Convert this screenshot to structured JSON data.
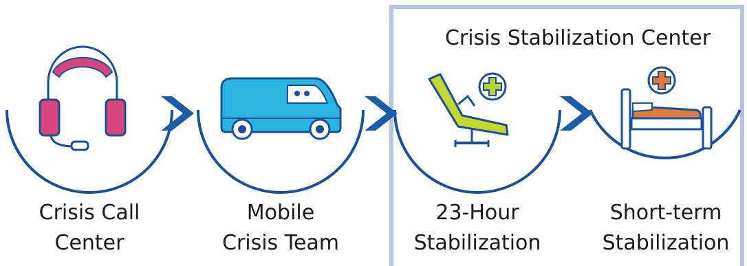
{
  "panel": {
    "title": "Crisis Stabilization Center"
  },
  "steps": [
    {
      "label_line1": "Crisis Call",
      "label_line2": "Center",
      "icon": "headset-icon"
    },
    {
      "label_line1": "Mobile",
      "label_line2": "Crisis Team",
      "icon": "van-icon"
    },
    {
      "label_line1": "23-Hour",
      "label_line2": "Stabilization",
      "icon": "recliner-chair-icon"
    },
    {
      "label_line1": "Short-term",
      "label_line2": "Stabilization",
      "icon": "bed-icon"
    }
  ],
  "colors": {
    "arc_blue": "#1a4f9c",
    "arrow_blue": "#1a5ea8",
    "panel_border": "#b4c6e4",
    "headset_pink": "#d6457d",
    "van_cyan": "#28b4df",
    "chair_green": "#c5d82e",
    "bed_orange": "#e07b3c",
    "medical_plus_green": "#b5d334"
  }
}
